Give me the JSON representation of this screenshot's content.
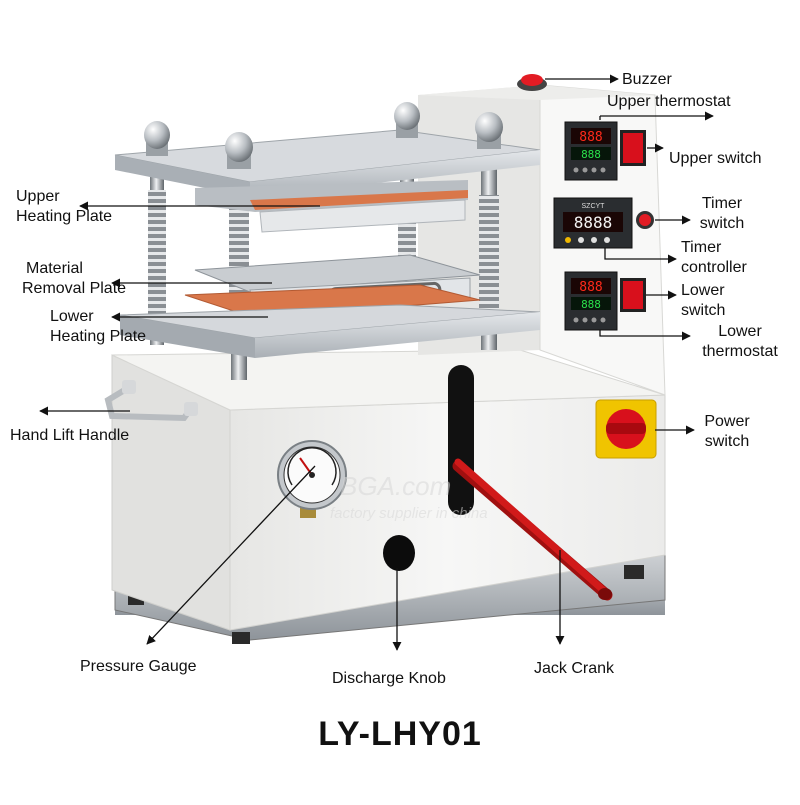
{
  "watermark": {
    "line1": "BGA.com",
    "line2": "factory supplier in china"
  },
  "timer_brand": "SZCYT",
  "labels": {
    "buzzer": "Buzzer",
    "upper_thermostat": "Upper thermostat",
    "upper_switch": "Upper switch",
    "timer_switch_1": "Timer",
    "timer_switch_2": "switch",
    "timer_controller_1": "Timer",
    "timer_controller_2": "controller",
    "lower_switch_1": "Lower",
    "lower_switch_2": "switch",
    "lower_thermostat_1": "Lower",
    "lower_thermostat_2": "thermostat",
    "power_switch_1": "Power",
    "power_switch_2": "switch",
    "upper_plate_1": "Upper",
    "upper_plate_2": "Heating Plate",
    "material_plate_1": "Material",
    "material_plate_2": "Removal Plate",
    "lower_plate_1": "Lower",
    "lower_plate_2": "Heating Plate",
    "hand_lift": "Hand Lift Handle",
    "pressure_gauge": "Pressure Gauge",
    "discharge_knob": "Discharge Knob",
    "jack_crank": "Jack Crank"
  },
  "model": "LY-LHY01",
  "colors": {
    "body": "#f2f2f0",
    "steel": "#c9cdd1",
    "heater": "#d9774a",
    "switch_red": "#d8101c",
    "power_yellow": "#f0c400",
    "crank_red": "#d11a1a",
    "display_red": "#ff2a1a"
  }
}
